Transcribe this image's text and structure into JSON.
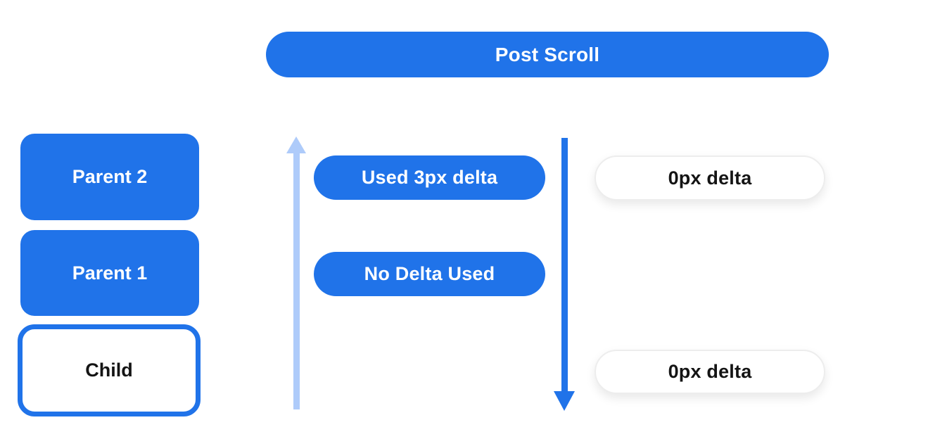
{
  "diagram": {
    "title": "Post Scroll",
    "left_boxes": [
      {
        "label": "Parent 2",
        "variant": "filled"
      },
      {
        "label": "Parent 1",
        "variant": "filled"
      },
      {
        "label": "Child",
        "variant": "outlined"
      }
    ],
    "middle_pills": [
      {
        "label": "Used 3px delta"
      },
      {
        "label": "No Delta Used"
      }
    ],
    "right_pills": [
      {
        "label": "0px delta"
      },
      {
        "label": "0px delta"
      }
    ],
    "arrows": [
      {
        "name": "scroll-up-arrow",
        "direction": "up",
        "color": "#aecbfa"
      },
      {
        "name": "scroll-down-arrow",
        "direction": "down",
        "color": "#2073e9"
      }
    ],
    "colors": {
      "primary": "#2073e9",
      "light_blue": "#aecbfa",
      "text_dark": "#141414",
      "background": "#ffffff",
      "white_pill_border": "#ededed"
    }
  }
}
